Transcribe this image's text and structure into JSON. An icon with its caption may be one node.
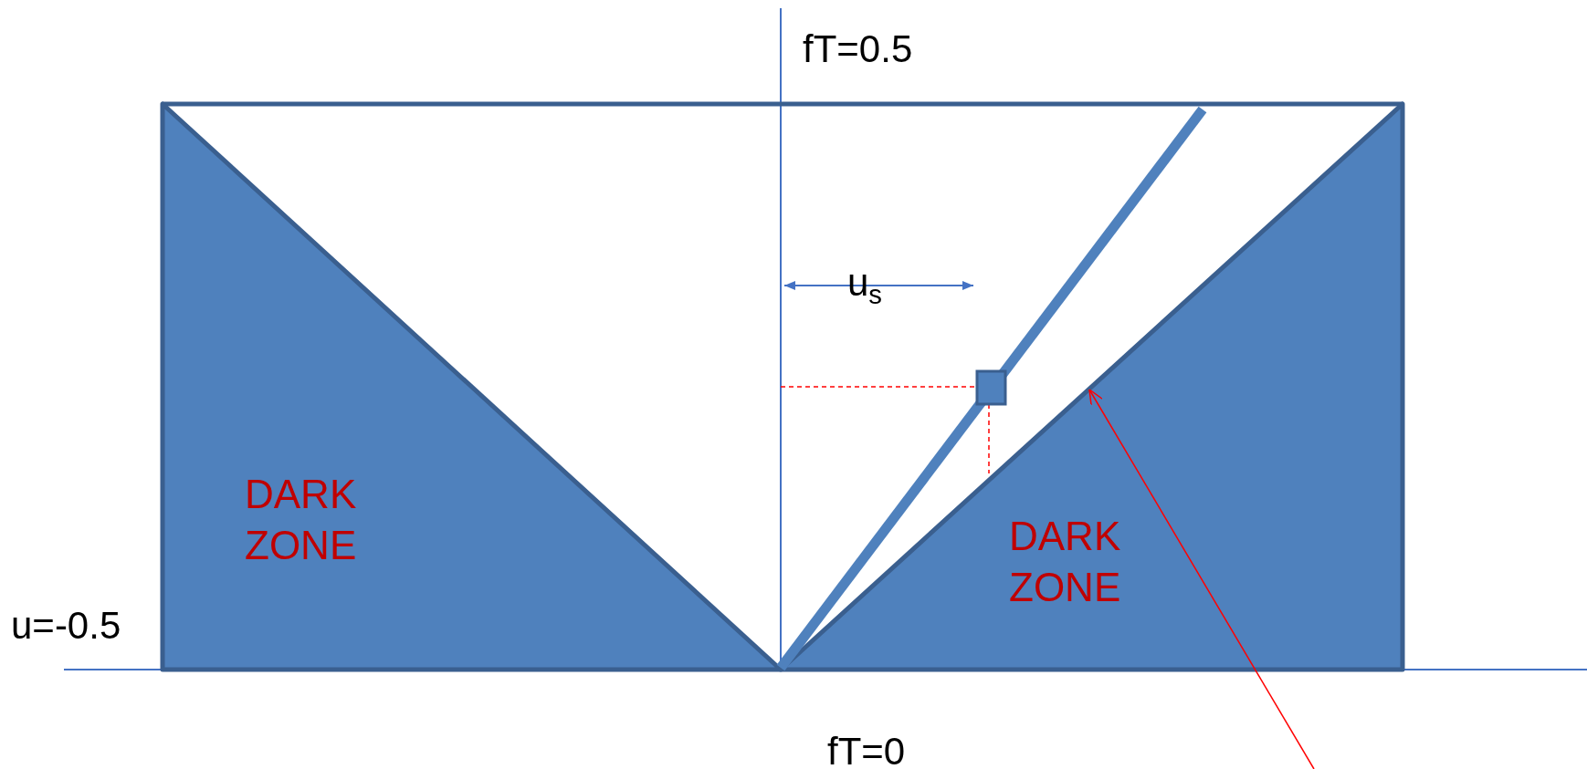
{
  "diagram": {
    "nodes": [
      {
        "text": [
          "DARK ZONE"
        ]
      },
      {
        "text": [
          "DARK ZONE"
        ]
      }
    ],
    "edges": [
      {
        "from": null,
        "to": 1,
        "arrow": "to",
        "color": "#ff0000"
      }
    ],
    "labels": [
      "fT=0.5",
      "u$_{s}$",
      "u=-0.5",
      "fT=0"
    ]
  }
}
